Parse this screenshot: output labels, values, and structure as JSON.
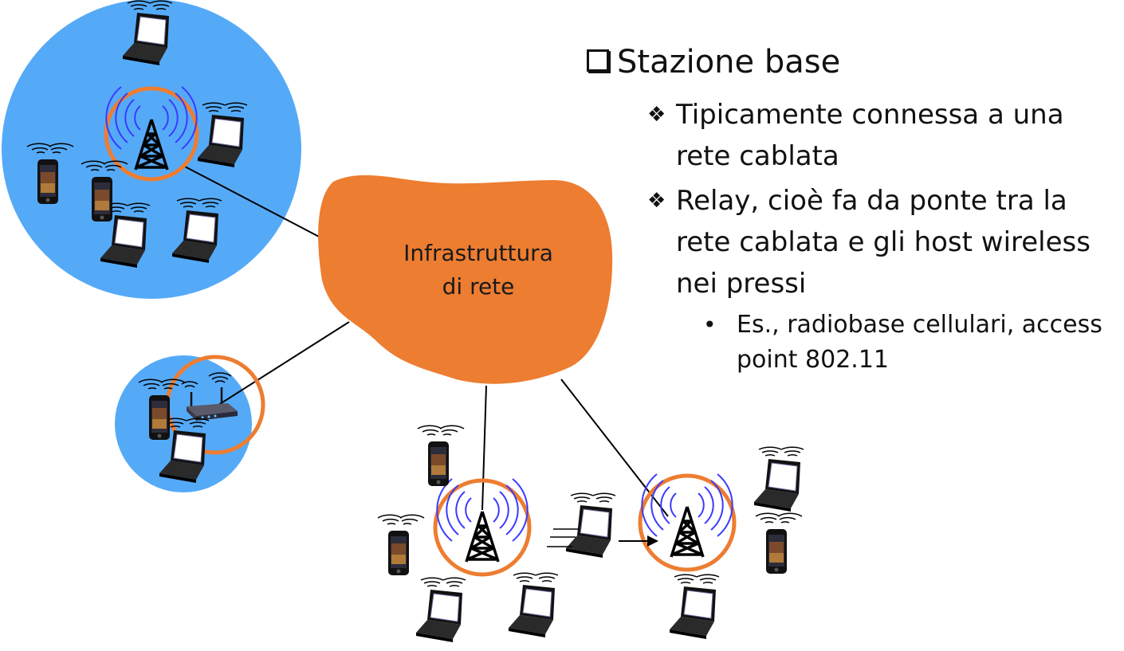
{
  "cloud": {
    "line1": "Infrastruttura",
    "line2": "di rete"
  },
  "bullets": {
    "title": "Stazione base",
    "items": [
      {
        "text": "Tipicamente connessa a una rete cablata"
      },
      {
        "text": "Relay, cioè fa da ponte tra la rete cablata e gli host wireless nei pressi"
      }
    ],
    "sub": {
      "text": "Es., radiobase cellulari, access point 802.11"
    }
  },
  "colors": {
    "coverage": "#55aaf8",
    "accent": "#ed7d31",
    "waves": "#3a3aff",
    "line": "#000000"
  },
  "icons": [
    "cell-tower-icon",
    "laptop-icon",
    "smartphone-icon",
    "wireless-router-icon",
    "diamond-bullet-icon",
    "checkbox-bullet-icon"
  ]
}
